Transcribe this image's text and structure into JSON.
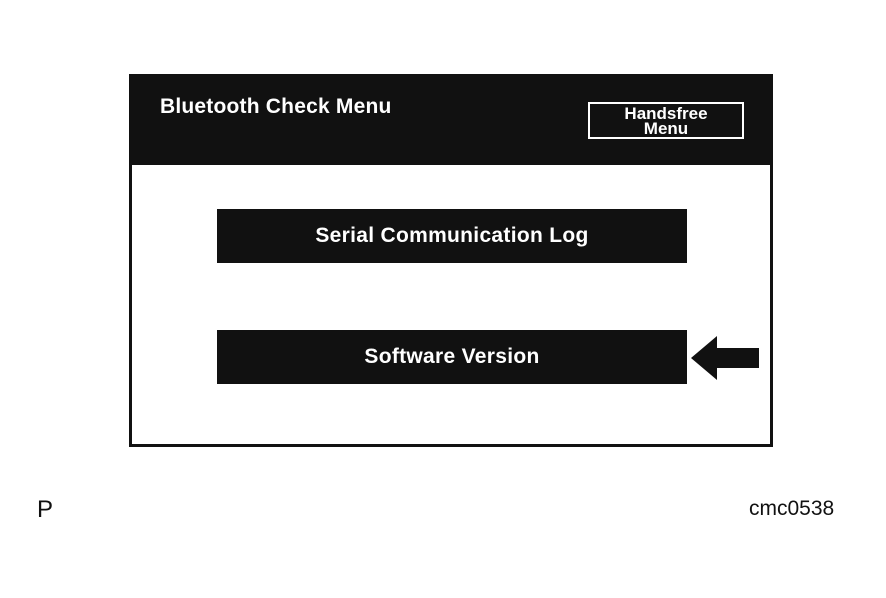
{
  "screen": {
    "title": "Bluetooth Check Menu",
    "handsfree_button": {
      "line1": "Handsfree",
      "line2": "Menu"
    },
    "menu_items": [
      {
        "label": "Serial Communication Log"
      },
      {
        "label": "Software Version"
      }
    ],
    "pointer": {
      "target": "Software Version",
      "icon": "left-arrow-icon"
    }
  },
  "figure": {
    "corner_letter": "P",
    "code": "cmc0538"
  },
  "colors": {
    "background": "#ffffff",
    "panel": "#111111",
    "text_on_panel": "#ffffff"
  }
}
